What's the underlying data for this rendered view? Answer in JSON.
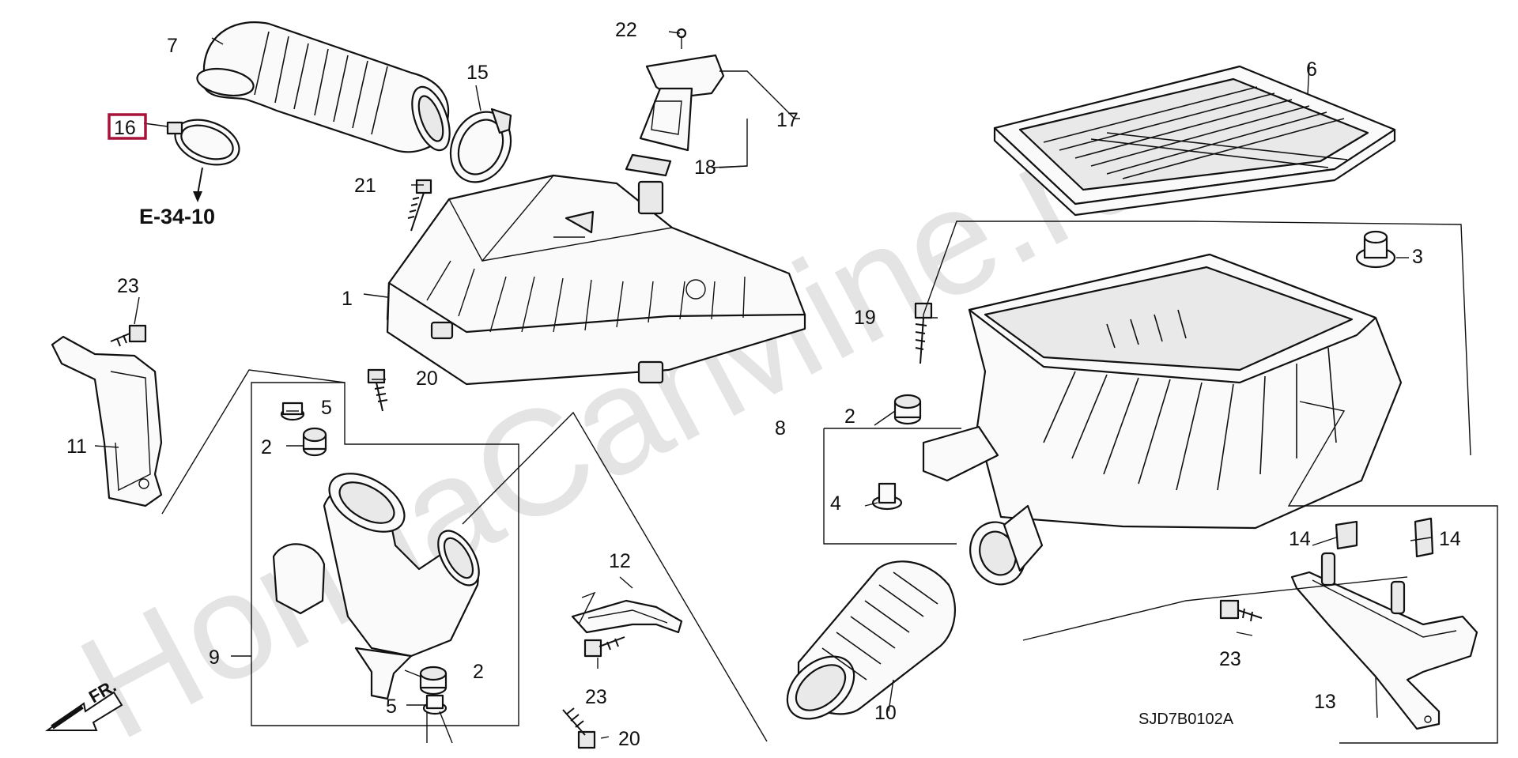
{
  "watermark": "HondaCarMine.ru",
  "diagram_code": "SJD7B0102A",
  "reference": "E-34-10",
  "front_marker": "FR.",
  "highlight_color": "#a8133a",
  "callouts": {
    "c1": "1",
    "c2a": "2",
    "c2b": "2",
    "c2c": "2",
    "c3": "3",
    "c4": "4",
    "c5a": "5",
    "c5b": "5",
    "c6": "6",
    "c7": "7",
    "c8": "8",
    "c9": "9",
    "c10": "10",
    "c11": "11",
    "c12": "12",
    "c13": "13",
    "c14a": "14",
    "c14b": "14",
    "c15": "15",
    "c16": "16",
    "c17": "17",
    "c18": "18",
    "c19": "19",
    "c20a": "20",
    "c20b": "20",
    "c21": "21",
    "c22": "22",
    "c23a": "23",
    "c23b": "23",
    "c23c": "23"
  }
}
